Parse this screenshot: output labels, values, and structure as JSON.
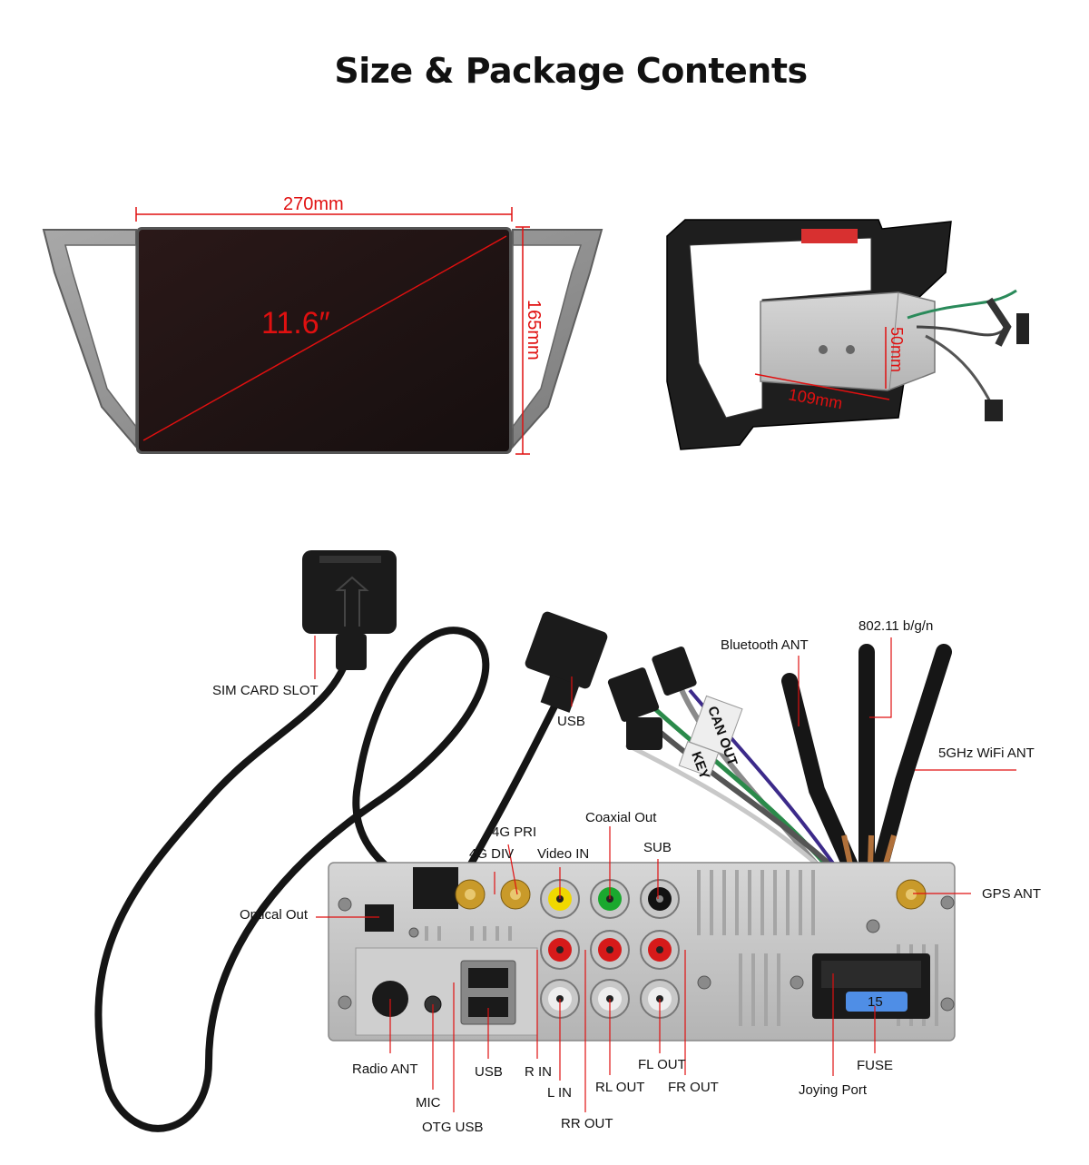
{
  "page": {
    "title": "Size & Package Contents"
  },
  "dimensions": {
    "width": "270mm",
    "height": "165mm",
    "diagonal": "11.6″",
    "unit_height": "50mm",
    "unit_depth": "109mm"
  },
  "cables": {
    "can_tag": "CAN OUT",
    "key_tag": "KEY"
  },
  "ports": {
    "sim_card_slot": "SIM CARD SLOT",
    "usb_cable": "USB",
    "bluetooth_ant": "Bluetooth ANT",
    "wifi_24": "802.11 b/g/n",
    "wifi_5": "5GHz WiFi ANT",
    "coaxial_out": "Coaxial Out",
    "g4_pri": "4G PRI",
    "g4_div": "4G DIV",
    "video_in": "Video IN",
    "sub": "SUB",
    "gps_ant": "GPS ANT",
    "optical_out": "Optical Out",
    "radio_ant": "Radio ANT",
    "mic": "MIC",
    "otg_usb": "OTG USB",
    "usb": "USB",
    "r_in": "R IN",
    "l_in": "L IN",
    "rr_out": "RR OUT",
    "rl_out": "RL OUT",
    "fl_out": "FL OUT",
    "fr_out": "FR OUT",
    "joying_port": "Joying Port",
    "fuse": "FUSE",
    "fuse_rating": "15"
  }
}
